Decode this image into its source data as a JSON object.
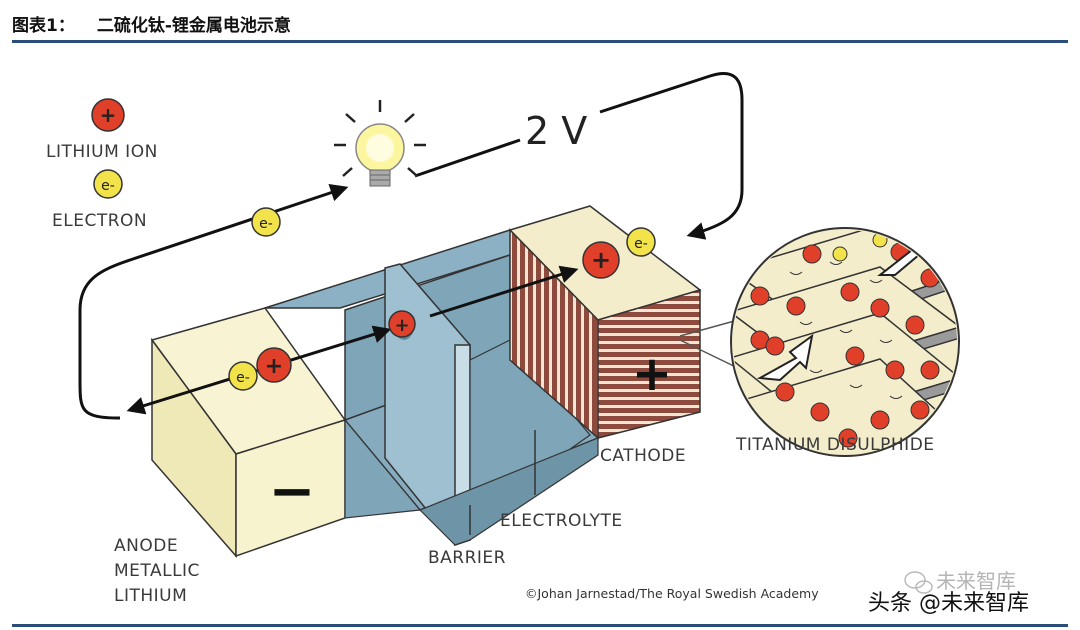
{
  "caption": {
    "number": "图表1：",
    "title": "二硫化钛-锂金属电池示意"
  },
  "legend": {
    "ion_label": "LITHIUM ION",
    "electron_label": "ELECTRON"
  },
  "symbols": {
    "ion": "+",
    "electron": "e-",
    "anode_sign": "−",
    "cathode_sign": "+"
  },
  "voltage": "2 V",
  "labels": {
    "anode_1": "ANODE",
    "anode_2": "METALLIC",
    "anode_3": "LITHIUM",
    "barrier": "BARRIER",
    "electrolyte": "ELECTROLYTE",
    "cathode": "CATHODE",
    "titanium": "TITANIUM DISULPHIDE"
  },
  "credit": "©Johan Jarnestad/The Royal Swedish Academy",
  "watermark": {
    "main": "头条 @未来智库",
    "faded": "未来智库"
  },
  "colors": {
    "ion": "#e0402a",
    "electron": "#f2e34a",
    "anode": "#f7f3cf",
    "electrolyte": "#7fa5b8",
    "cathode_top": "#f3edcc",
    "cathode_stripe": "#8e4a3c",
    "header_rule": "#2a4d7a"
  }
}
